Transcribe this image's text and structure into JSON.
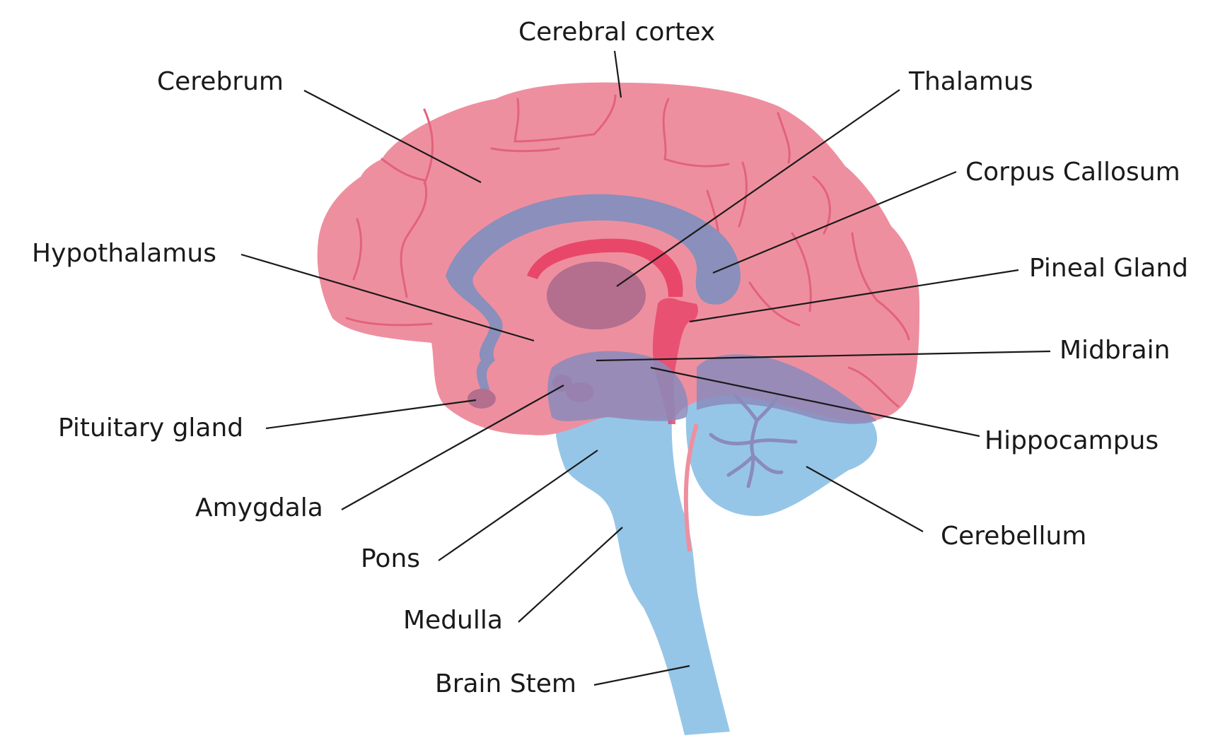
{
  "labels": {
    "cerebral_cortex": "Cerebral cortex",
    "cerebrum": "Cerebrum",
    "thalamus": "Thalamus",
    "corpus_callosum": "Corpus Callosum",
    "hypothalamus": "Hypothalamus",
    "pineal_gland": "Pineal Gland",
    "midbrain": "Midbrain",
    "pituitary_gland": "Pituitary gland",
    "hippocampus": "Hippocampus",
    "amygdala": "Amygdala",
    "cerebellum": "Cerebellum",
    "pons": "Pons",
    "medulla": "Medulla",
    "brain_stem": "Brain Stem"
  },
  "colors": {
    "cerebrum": "#ee8f9f",
    "cerebrum_fold": "#e2627c",
    "corpus_callosum": "#8a8fbb",
    "thalamus": "#b46e8e",
    "hot_red": "#e8476a",
    "brainstem": "#96c6e7",
    "overlap": "#8a8bbb"
  }
}
